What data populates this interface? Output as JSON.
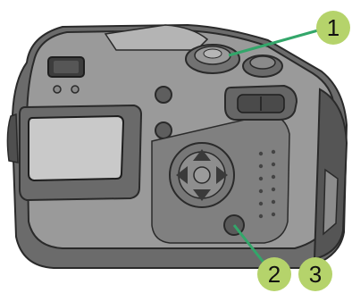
{
  "callouts": [
    {
      "number": "1"
    },
    {
      "number": "2"
    },
    {
      "number": "3"
    }
  ],
  "colors": {
    "body_light": "#9a9a9a",
    "body_mid": "#7f7f7f",
    "body_dark": "#5e5e5e",
    "panel": "#6f6f6f",
    "outline": "#2a2a2a",
    "screen": "#c9c9c9",
    "callout_fill": "#b5d36b",
    "callout_line": "#33a66a"
  },
  "icons": {
    "camera": "camera-icon",
    "dpad": "four-way-dpad-icon",
    "shutter": "shutter-button-icon"
  }
}
